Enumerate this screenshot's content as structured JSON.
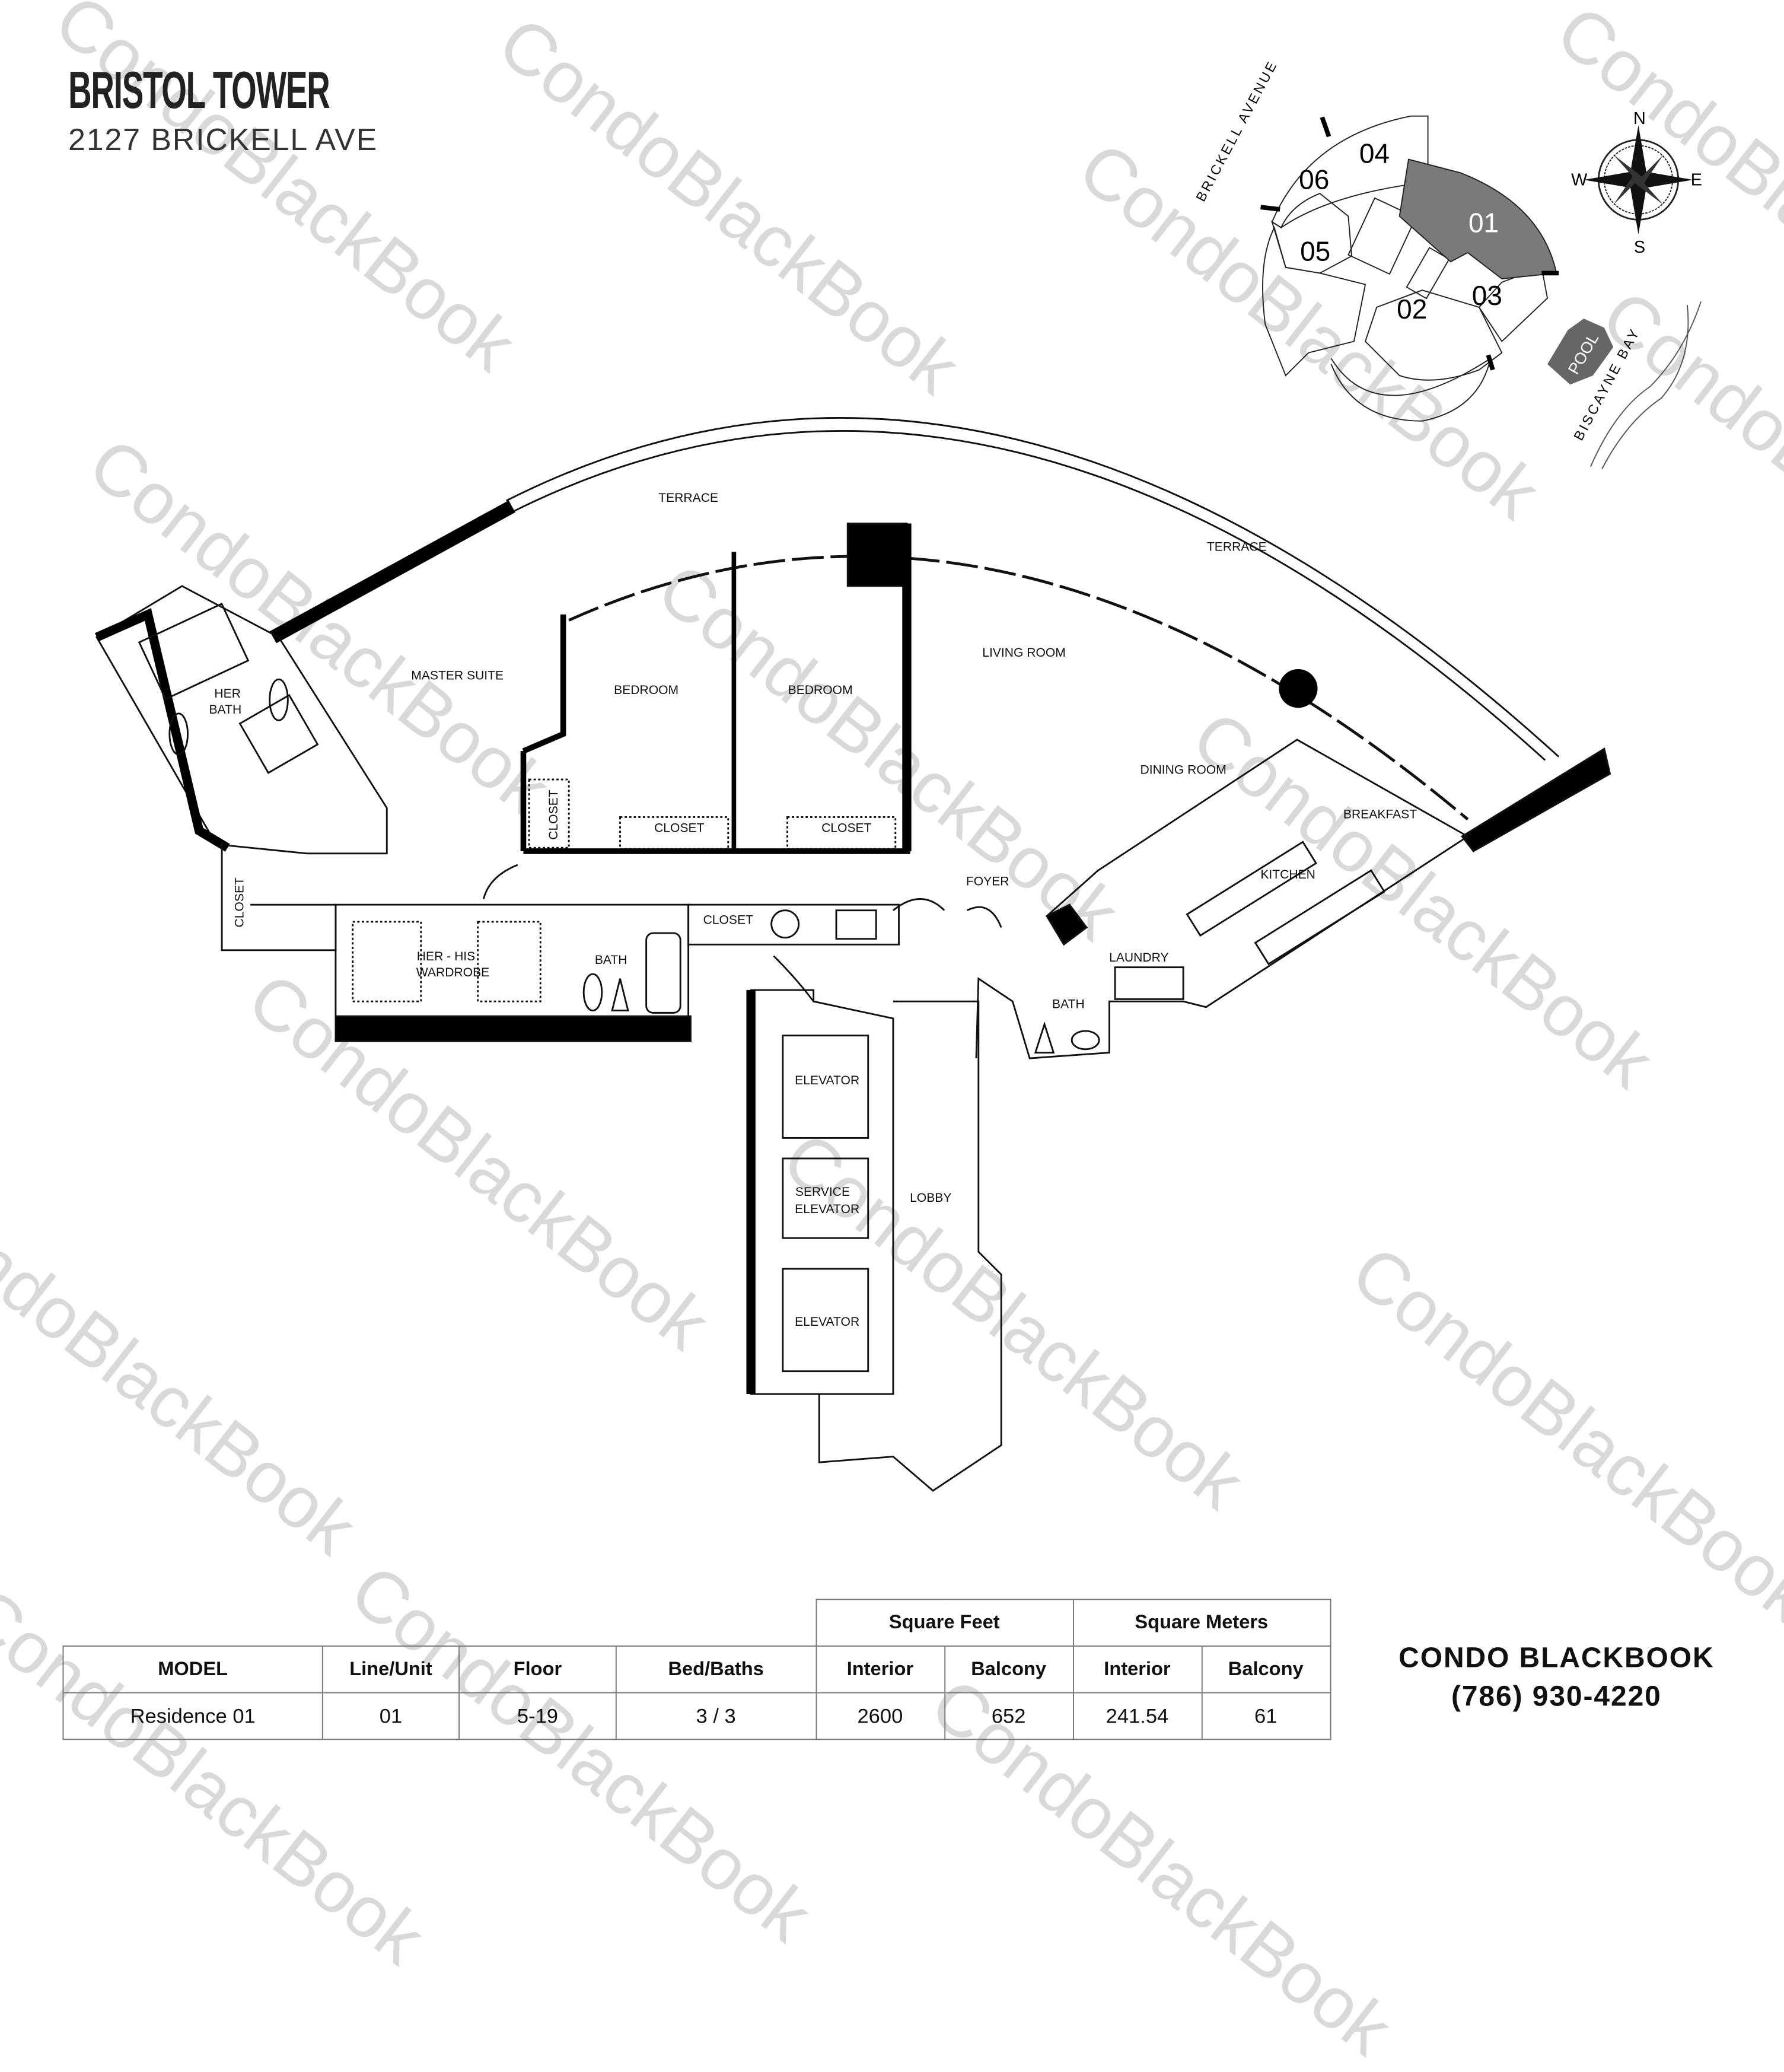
{
  "header": {
    "title": "BRISTOL TOWER",
    "address": "2127 BRICKELL AVE"
  },
  "key_plan": {
    "street_label": "BRICKELL AVENUE",
    "bay_label": "BISCAYNE BAY",
    "pool_label": "POOL",
    "units": [
      "01",
      "02",
      "03",
      "04",
      "05",
      "06"
    ],
    "highlighted_unit": "01",
    "highlight_color": "#7a7a7a",
    "compass": {
      "n": "N",
      "s": "S",
      "e": "E",
      "w": "W"
    }
  },
  "floor_plan": {
    "rooms": {
      "terrace_1": "TERRACE",
      "terrace_2": "TERRACE",
      "master_suite": "MASTER SUITE",
      "her_bath_1": "HER",
      "her_bath_2": "BATH",
      "bedroom_1": "BEDROOM",
      "bedroom_2": "BEDROOM",
      "living_room": "LIVING ROOM",
      "dining_room": "DINING ROOM",
      "breakfast": "BREAKFAST",
      "kitchen": "KITCHEN",
      "foyer": "FOYER",
      "laundry": "LAUNDRY",
      "bath_1": "BATH",
      "bath_2": "BATH",
      "closet_1": "CLOSET",
      "closet_2": "CLOSET",
      "closet_3": "CLOSET",
      "closet_4": "CLOSET",
      "closet_5": "CLOSET",
      "wardrobe_1": "HER - HIS",
      "wardrobe_2": "WARDROBE",
      "elevator_1": "ELEVATOR",
      "service_elevator_1": "SERVICE",
      "service_elevator_2": "ELEVATOR",
      "elevator_2": "ELEVATOR",
      "lobby": "LOBBY"
    }
  },
  "specs": {
    "group_headers": {
      "sqft": "Square Feet",
      "sqm": "Square Meters"
    },
    "columns": [
      "MODEL",
      "Line/Unit",
      "Floor",
      "Bed/Baths",
      "Interior",
      "Balcony",
      "Interior",
      "Balcony"
    ],
    "row": [
      "Residence 01",
      "01",
      "5-19",
      "3 / 3",
      "2600",
      "652",
      "241.54",
      "61"
    ]
  },
  "brand": {
    "name_1": "CONDO",
    "name_2": "BLACKBOOK",
    "phone": "(786) 930-4220"
  },
  "watermark": "CondoBlackBook"
}
